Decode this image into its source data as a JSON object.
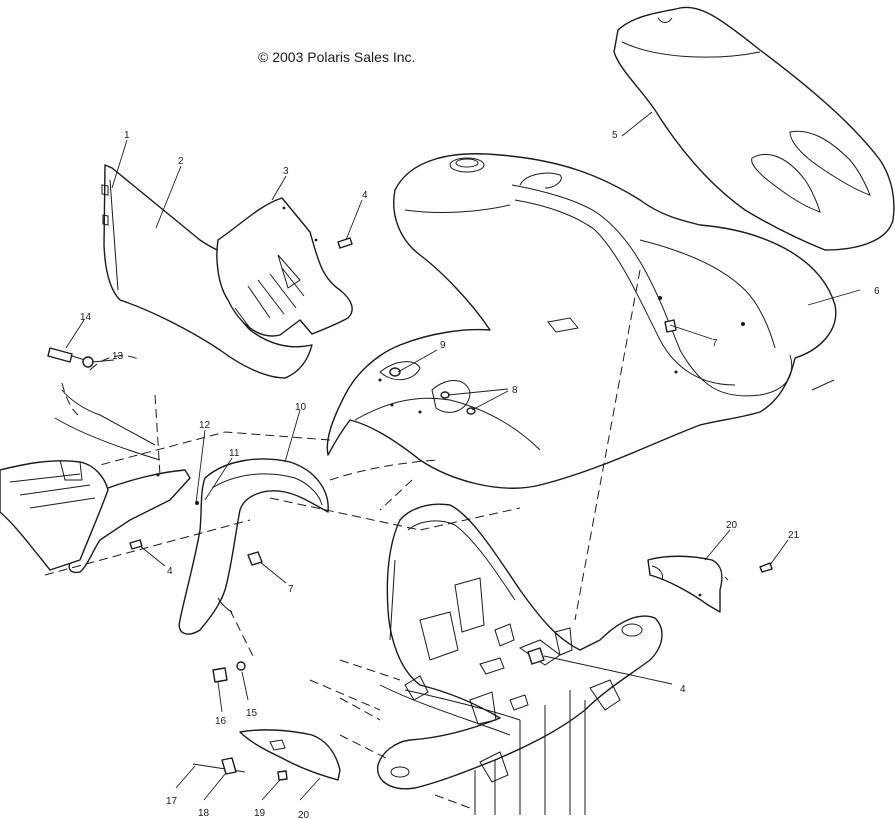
{
  "copyright": "© 2003 Polaris Sales Inc.",
  "callouts": [
    {
      "id": "c1",
      "text": "1"
    },
    {
      "id": "c2",
      "text": "2"
    },
    {
      "id": "c3",
      "text": "3"
    },
    {
      "id": "c4a",
      "text": "4"
    },
    {
      "id": "c4b",
      "text": "4"
    },
    {
      "id": "c4c",
      "text": "4"
    },
    {
      "id": "c5",
      "text": "5"
    },
    {
      "id": "c6",
      "text": "6"
    },
    {
      "id": "c7a",
      "text": "7"
    },
    {
      "id": "c7b",
      "text": "7"
    },
    {
      "id": "c8",
      "text": "8"
    },
    {
      "id": "c9",
      "text": "9"
    },
    {
      "id": "c10",
      "text": "10"
    },
    {
      "id": "c11",
      "text": "11"
    },
    {
      "id": "c12",
      "text": "12"
    },
    {
      "id": "c13",
      "text": "13"
    },
    {
      "id": "c14",
      "text": "14"
    },
    {
      "id": "c15",
      "text": "15"
    },
    {
      "id": "c16",
      "text": "16"
    },
    {
      "id": "c17",
      "text": "17"
    },
    {
      "id": "c18",
      "text": "18"
    },
    {
      "id": "c19",
      "text": "19"
    },
    {
      "id": "c20a",
      "text": "20"
    },
    {
      "id": "c20b",
      "text": "20"
    },
    {
      "id": "c21",
      "text": "21"
    }
  ]
}
